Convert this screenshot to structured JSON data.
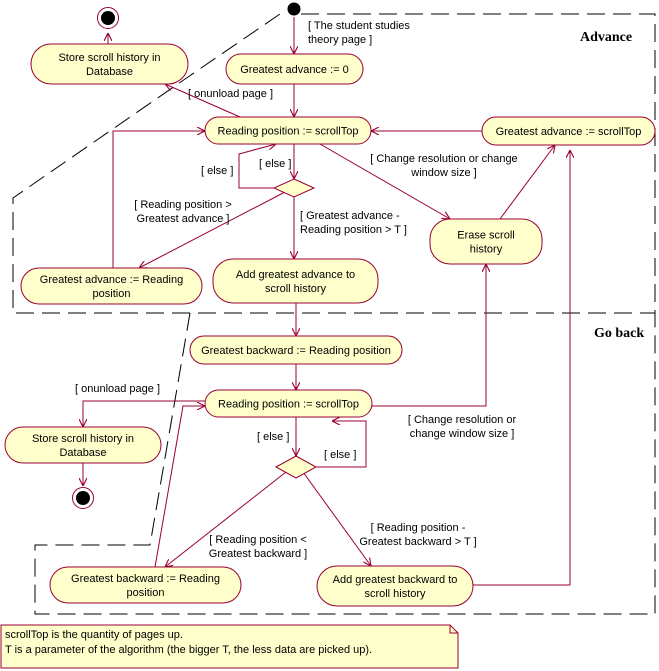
{
  "colors": {
    "node_fill": "#ffffcc",
    "stroke": "#990033",
    "text": "#000000",
    "region_border": "#000000",
    "note_fill": "#ffffcc"
  },
  "regions": {
    "advance": "Advance",
    "go_back": "Go back"
  },
  "nodes": {
    "store_top": [
      "Store scroll history in",
      "Database"
    ],
    "greatest_advance_zero": [
      "Greatest advance := 0"
    ],
    "reading_pos_1": [
      "Reading position := scrollTop"
    ],
    "greatest_advance_scrolltop": [
      "Greatest advance := scrollTop"
    ],
    "erase_scroll": [
      "Erase scroll",
      "history"
    ],
    "greatest_advance_reading": [
      "Greatest advance := Reading",
      "position"
    ],
    "add_greatest_advance": [
      "Add greatest advance to",
      "scroll history"
    ],
    "greatest_backward_reading": [
      "Greatest backward := Reading position"
    ],
    "reading_pos_2": [
      "Reading position := scrollTop"
    ],
    "store_bottom": [
      "Store scroll history in",
      "Database"
    ],
    "greatest_backward_reading2": [
      "Greatest backward  := Reading",
      "position"
    ],
    "add_greatest_backward": [
      "Add greatest backward to",
      "scroll history"
    ]
  },
  "labels": {
    "student_studies": [
      "[ The student studies",
      "theory page ]"
    ],
    "onunload_1": "[ onunload page ]",
    "else_1": "[ else ]",
    "else_2": "[ else ]",
    "change_res_1": [
      "[ Change resolution or change",
      "window size ]"
    ],
    "rp_gt_ga": [
      "[ Reading position >",
      "Greatest advance   ]"
    ],
    "ga_minus_rp": [
      "[ Greatest advance  -",
      "Reading position > T ]"
    ],
    "onunload_2": "[ onunload page ]",
    "change_res_2": [
      "[ Change resolution or",
      "change window size ]"
    ],
    "else_3": "[ else ]",
    "else_4": "[ else ]",
    "rp_lt_gb": [
      "[ Reading position <",
      "Greatest backward ]"
    ],
    "rp_minus_gb": [
      "[ Reading position -",
      "Greatest backward > T ]"
    ]
  },
  "note": {
    "line1": "scrollTop is the quantity of pages up.",
    "line2": "T is a parameter of the algorithm (the bigger T, the less data are picked up)."
  }
}
